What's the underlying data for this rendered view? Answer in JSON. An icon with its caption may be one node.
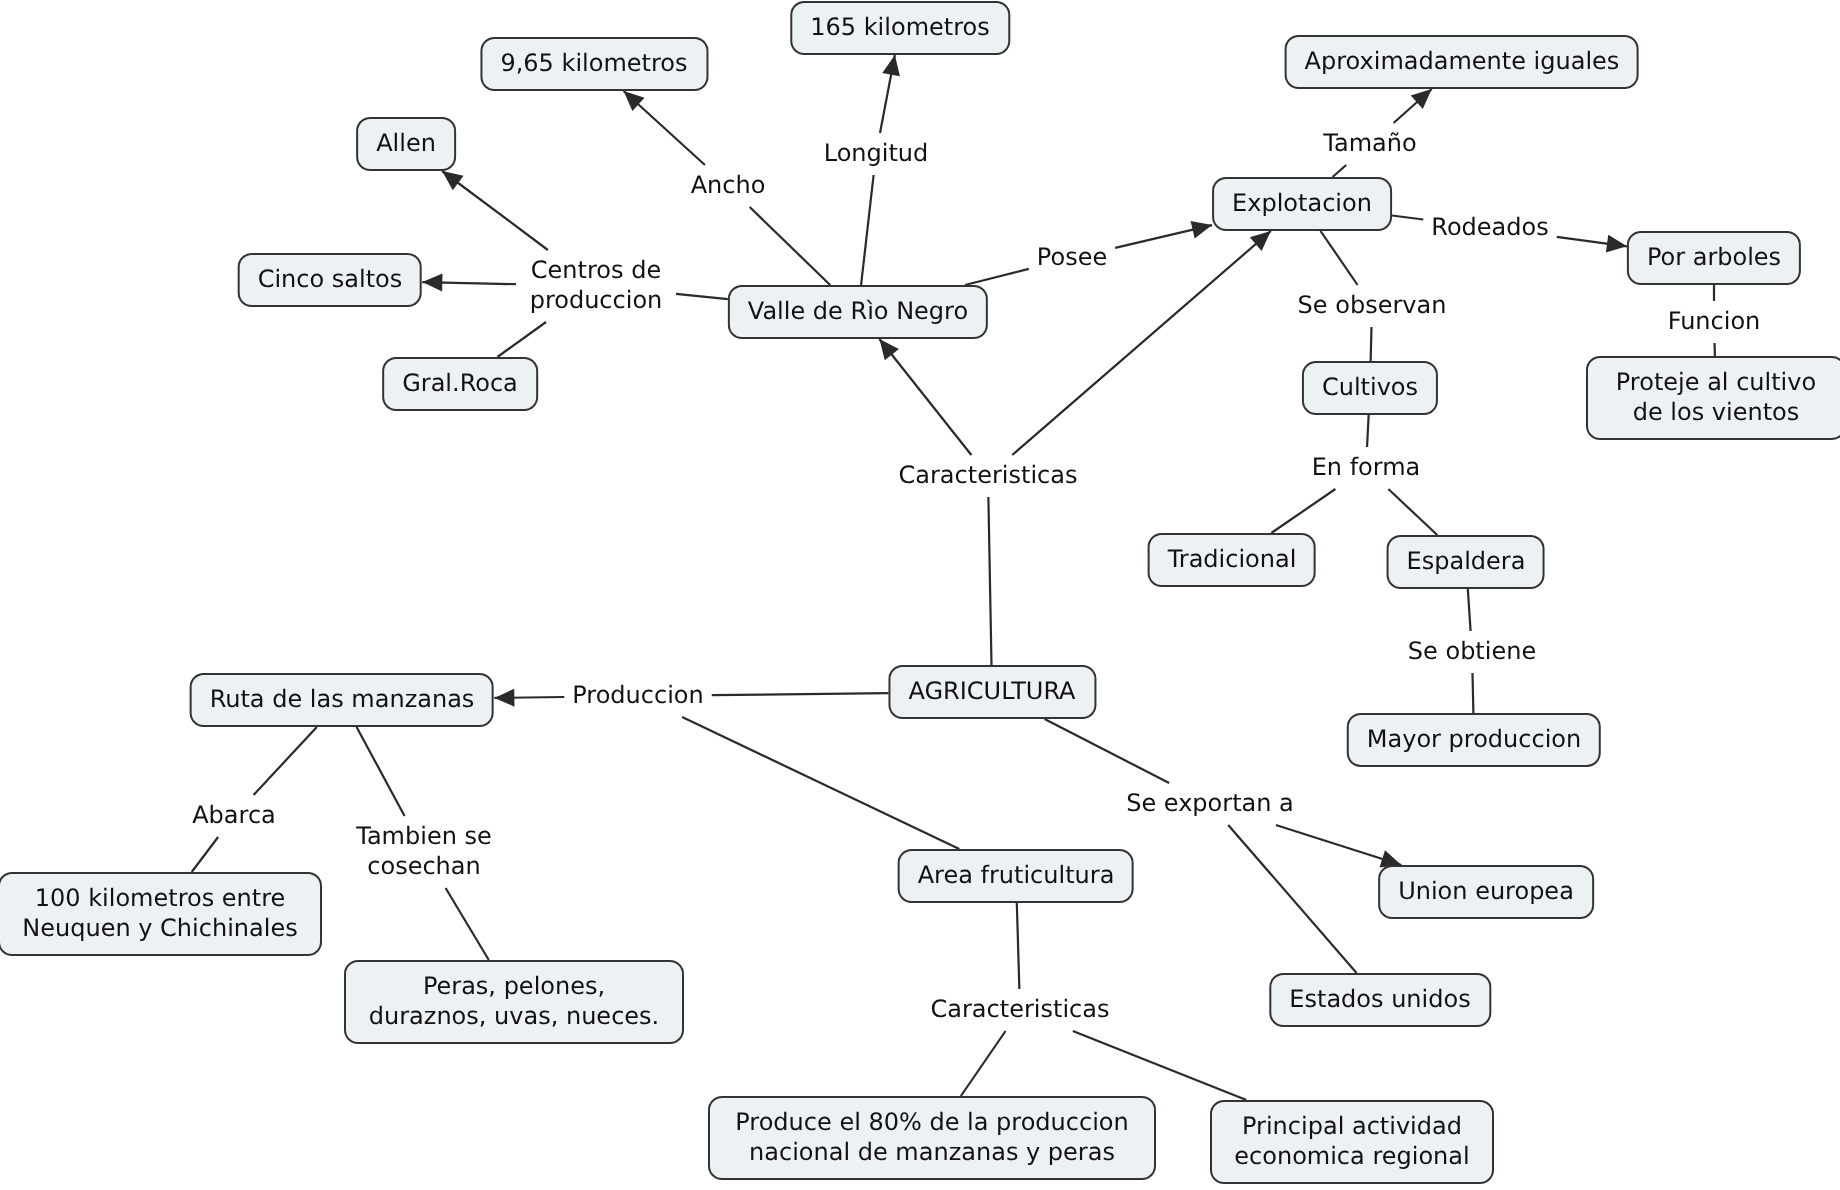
{
  "diagram": {
    "nodes": [
      {
        "text": [
          "165 kilometros"
        ]
      },
      {
        "text": [
          "Aproximadamente iguales"
        ]
      },
      {
        "text": [
          "9,65 kilometros"
        ]
      },
      {
        "text": [
          "Allen"
        ]
      },
      {
        "text": [
          "Tamaño"
        ]
      },
      {
        "text": [
          "Longitud"
        ]
      },
      {
        "text": [
          "Explotacion"
        ]
      },
      {
        "text": [
          "Ancho"
        ]
      },
      {
        "text": [
          "Rodeados"
        ]
      },
      {
        "text": [
          "Por arboles"
        ]
      },
      {
        "text": [
          "Cinco saltos"
        ]
      },
      {
        "text": [
          "Posee"
        ]
      },
      {
        "text": [
          "Centros de produccion"
        ]
      },
      {
        "text": [
          "Valle de Rìo Negro"
        ]
      },
      {
        "text": [
          "Se observan"
        ]
      },
      {
        "text": [
          "Funcion"
        ]
      },
      {
        "text": [
          "Gral.Roca"
        ]
      },
      {
        "text": [
          "Cultivos"
        ]
      },
      {
        "text": [
          "Proteje al cultivo de los vientos"
        ]
      },
      {
        "text": [
          "En forma"
        ]
      },
      {
        "text": [
          "Caracteristicas"
        ]
      },
      {
        "text": [
          "Tradicional"
        ]
      },
      {
        "text": [
          "Espaldera"
        ]
      },
      {
        "text": [
          "Se obtiene"
        ]
      },
      {
        "text": [
          "AGRICULTURA"
        ]
      },
      {
        "text": [
          "Ruta de las manzanas"
        ]
      },
      {
        "text": [
          "Produccion"
        ]
      },
      {
        "text": [
          "Mayor produccion"
        ]
      },
      {
        "text": [
          "Se exportan a"
        ]
      },
      {
        "text": [
          "Abarca"
        ]
      },
      {
        "text": [
          "Tambien se cosechan"
        ]
      },
      {
        "text": [
          "Area fruticultura"
        ]
      },
      {
        "text": [
          "Union europea"
        ]
      },
      {
        "text": [
          "100 kilometros entre Neuquen y Chichinales"
        ]
      },
      {
        "text": [
          "Peras, pelones, duraznos, uvas, nueces."
        ]
      },
      {
        "text": [
          "Estados unidos"
        ]
      },
      {
        "text": [
          "Caracteristicas"
        ]
      },
      {
        "text": [
          "Produce el 80% de la produccion nacional de manzanas y peras"
        ]
      },
      {
        "text": [
          "Principal actividad economica regional"
        ]
      }
    ],
    "edges": [
      {
        "from": 13,
        "to": 5,
        "arrow": "none"
      },
      {
        "from": 5,
        "to": 0,
        "arrow": "to"
      },
      {
        "from": 13,
        "to": 7,
        "arrow": "none"
      },
      {
        "from": 7,
        "to": 2,
        "arrow": "to"
      },
      {
        "from": 13,
        "to": 12,
        "arrow": "none"
      },
      {
        "from": 12,
        "to": 3,
        "arrow": "to"
      },
      {
        "from": 12,
        "to": 10,
        "arrow": "to"
      },
      {
        "from": 12,
        "to": 16,
        "arrow": "none"
      },
      {
        "from": 13,
        "to": 11,
        "arrow": "none"
      },
      {
        "from": 11,
        "to": 6,
        "arrow": "to"
      },
      {
        "from": 6,
        "to": 4,
        "arrow": "none"
      },
      {
        "from": 4,
        "to": 1,
        "arrow": "to"
      },
      {
        "from": 6,
        "to": 8,
        "arrow": "none"
      },
      {
        "from": 8,
        "to": 9,
        "arrow": "to"
      },
      {
        "from": 6,
        "to": 14,
        "arrow": "none"
      },
      {
        "from": 14,
        "to": 17,
        "arrow": "none"
      },
      {
        "from": 9,
        "to": 15,
        "arrow": "none"
      },
      {
        "from": 15,
        "to": 18,
        "arrow": "none"
      },
      {
        "from": 24,
        "to": 20,
        "arrow": "none"
      },
      {
        "from": 20,
        "to": 13,
        "arrow": "to"
      },
      {
        "from": 20,
        "to": 6,
        "arrow": "to"
      },
      {
        "from": 17,
        "to": 19,
        "arrow": "none"
      },
      {
        "from": 19,
        "to": 21,
        "arrow": "none"
      },
      {
        "from": 19,
        "to": 22,
        "arrow": "none"
      },
      {
        "from": 22,
        "to": 23,
        "arrow": "none"
      },
      {
        "from": 23,
        "to": 27,
        "arrow": "none"
      },
      {
        "from": 24,
        "to": 26,
        "arrow": "none"
      },
      {
        "from": 26,
        "to": 25,
        "arrow": "to"
      },
      {
        "from": 26,
        "to": 31,
        "arrow": "none"
      },
      {
        "from": 25,
        "to": 29,
        "arrow": "none"
      },
      {
        "from": 29,
        "to": 33,
        "arrow": "none"
      },
      {
        "from": 25,
        "to": 30,
        "arrow": "none"
      },
      {
        "from": 30,
        "to": 34,
        "arrow": "none"
      },
      {
        "from": 24,
        "to": 28,
        "arrow": "none"
      },
      {
        "from": 28,
        "to": 32,
        "arrow": "to"
      },
      {
        "from": 28,
        "to": 35,
        "arrow": "none"
      },
      {
        "from": 31,
        "to": 36,
        "arrow": "none"
      },
      {
        "from": 36,
        "to": 37,
        "arrow": "none"
      },
      {
        "from": 36,
        "to": 38,
        "arrow": "none"
      }
    ]
  }
}
